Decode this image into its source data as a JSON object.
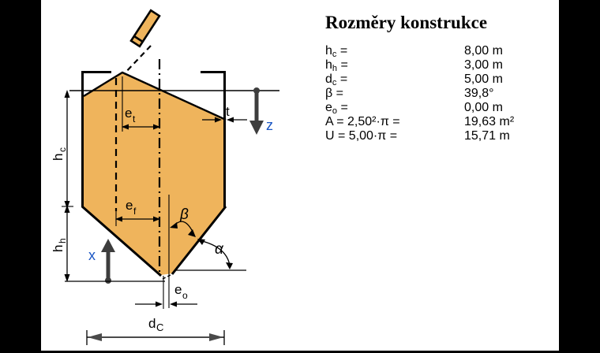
{
  "panel": {
    "title": "Rozměry konstrukce",
    "rows": [
      {
        "base": "h",
        "sub": "c",
        "eq": " =",
        "value": "8,00 m"
      },
      {
        "base": "h",
        "sub": "h",
        "eq": " =",
        "value": "3,00 m"
      },
      {
        "base": "d",
        "sub": "c",
        "eq": " =",
        "value": "5,00 m"
      },
      {
        "base": "β",
        "sub": "",
        "eq": " =",
        "value": "39,8°"
      },
      {
        "base": "e",
        "sub": "o",
        "eq": " =",
        "value": "0,00 m"
      },
      {
        "base": "A = 2,50²·π",
        "sub": "",
        "eq": " =",
        "value": "19,63 m²"
      },
      {
        "base": "U = 5,00·π",
        "sub": "",
        "eq": " =",
        "value": "15,71 m"
      }
    ]
  },
  "diagram": {
    "labels": {
      "h_c": {
        "base": "h",
        "sub": "c"
      },
      "h_h": {
        "base": "h",
        "sub": "h"
      },
      "d_c": {
        "base": "d",
        "sub": "C"
      },
      "e_t": {
        "base": "e",
        "sub": "t"
      },
      "e_f": {
        "base": "e",
        "sub": "f"
      },
      "e_o": {
        "base": "e",
        "sub": "o"
      },
      "t": "t",
      "z": "z",
      "x": "x",
      "alpha": "α",
      "beta": "β"
    },
    "colors": {
      "bulk_fill": "#EFB45C",
      "blue_axis_labels": "#1a56c4",
      "hc_subscript": "#c87a1e",
      "arrow_gray": "#3d3d3d",
      "outline_black": "#000000"
    }
  }
}
